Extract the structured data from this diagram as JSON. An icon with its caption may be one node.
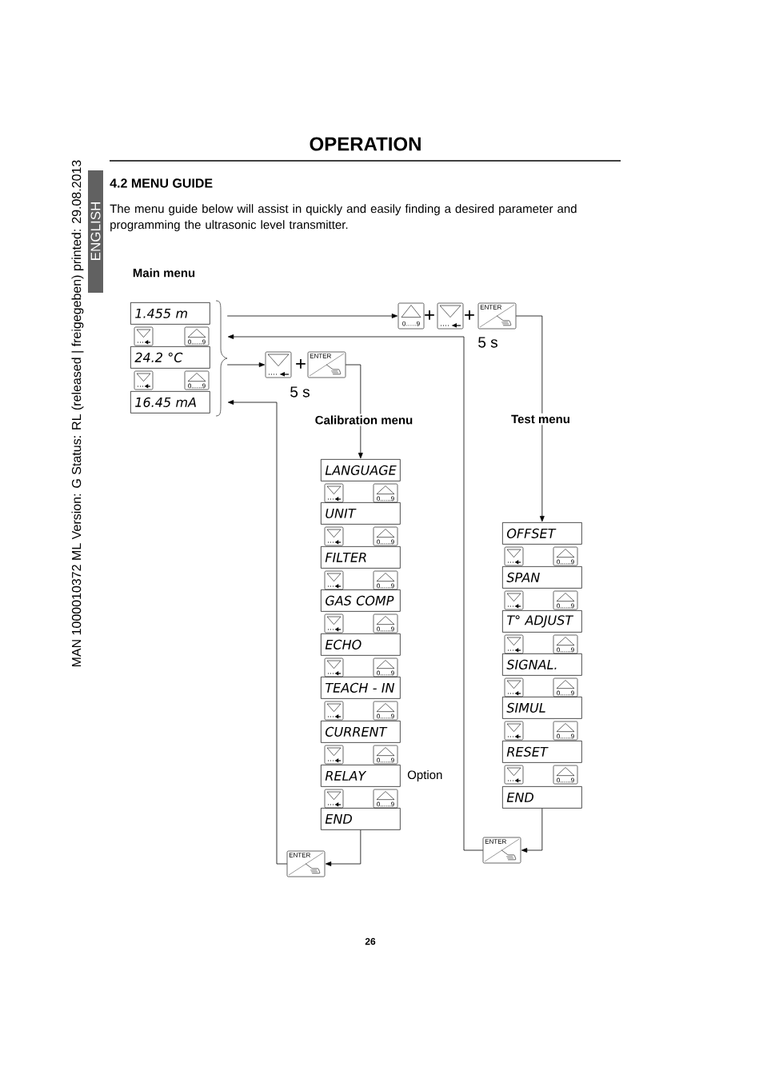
{
  "diagram": {
    "title": "OPERATION",
    "nodes": [
      {
        "text": [
          "Main menu"
        ]
      },
      {
        "text": [
          "1.455 m"
        ],
        "in": 0
      },
      {
        "text": [
          "24.2 °C"
        ],
        "in": 0
      },
      {
        "text": [
          "16.45 mA"
        ],
        "in": 0
      },
      {
        "text": [
          "0......9"
        ]
      },
      {
        "text": [],
        "shape": "button"
      },
      {
        "text": [
          "ENTER"
        ]
      },
      {
        "text": [],
        "shape": "button"
      },
      {
        "text": [
          "ENTER"
        ]
      },
      {
        "text": [
          "LANGUAGE"
        ]
      },
      {
        "text": [
          "UNIT"
        ]
      },
      {
        "text": [
          "FILTER"
        ]
      },
      {
        "text": [
          "GAS COMP"
        ]
      },
      {
        "text": [
          "ECHO"
        ]
      },
      {
        "text": [
          "TEACH - IN"
        ]
      },
      {
        "text": [
          "CURRENT"
        ]
      },
      {
        "text": [
          "RELAY"
        ],
        "beside": [
          "Option"
        ]
      },
      {
        "text": [
          "END"
        ]
      },
      {
        "text": [
          "OFFSET"
        ]
      },
      {
        "text": [
          "SPAN"
        ]
      },
      {
        "text": [
          "T° ADJUST"
        ]
      },
      {
        "text": [
          "SIGNAL."
        ]
      },
      {
        "text": [
          "SIMUL"
        ]
      },
      {
        "text": [
          "RESET"
        ]
      },
      {
        "text": [
          "END"
        ]
      },
      {
        "text": [
          "ENTER"
        ]
      },
      {
        "text": [
          "ENTER"
        ]
      }
    ],
    "edges": [
      {
        "from": 0,
        "to": 4,
        "arrow": "to"
      },
      {
        "from": 6,
        "to": 18,
        "arrow": "to",
        "label": "Test menu"
      },
      {
        "from": 26,
        "to": 0,
        "arrow": "to"
      },
      {
        "from": 0,
        "to": 7,
        "arrow": "to"
      },
      {
        "from": 8,
        "to": 9,
        "arrow": "to",
        "label": "Calibration menu"
      },
      {
        "from": 17,
        "to": 25,
        "arrow": "to"
      },
      {
        "from": 25,
        "to": 0,
        "arrow": "to"
      },
      {
        "from": 24,
        "to": 26,
        "arrow": "to"
      }
    ],
    "labels": [
      "MAN 1000010372 ML Version: G Status: RL (released | freigegeben) printed: 29.08.2013",
      "ENGLISH",
      "4.2 MENU GUIDE",
      "The menu guide below will assist in quickly and easily finding a desired parameter and programming the ultrasonic level transmitter.",
      "+",
      "+",
      "5 s",
      "+",
      "5 s",
      "0......9",
      "0......9",
      "0......9",
      "0......9",
      "0......9",
      "0......9",
      "0......9",
      "0......9",
      "0......9",
      "0......9",
      "0......9",
      "0......9",
      "0......9",
      "0......9",
      "0......9",
      "0......9",
      "26"
    ]
  }
}
